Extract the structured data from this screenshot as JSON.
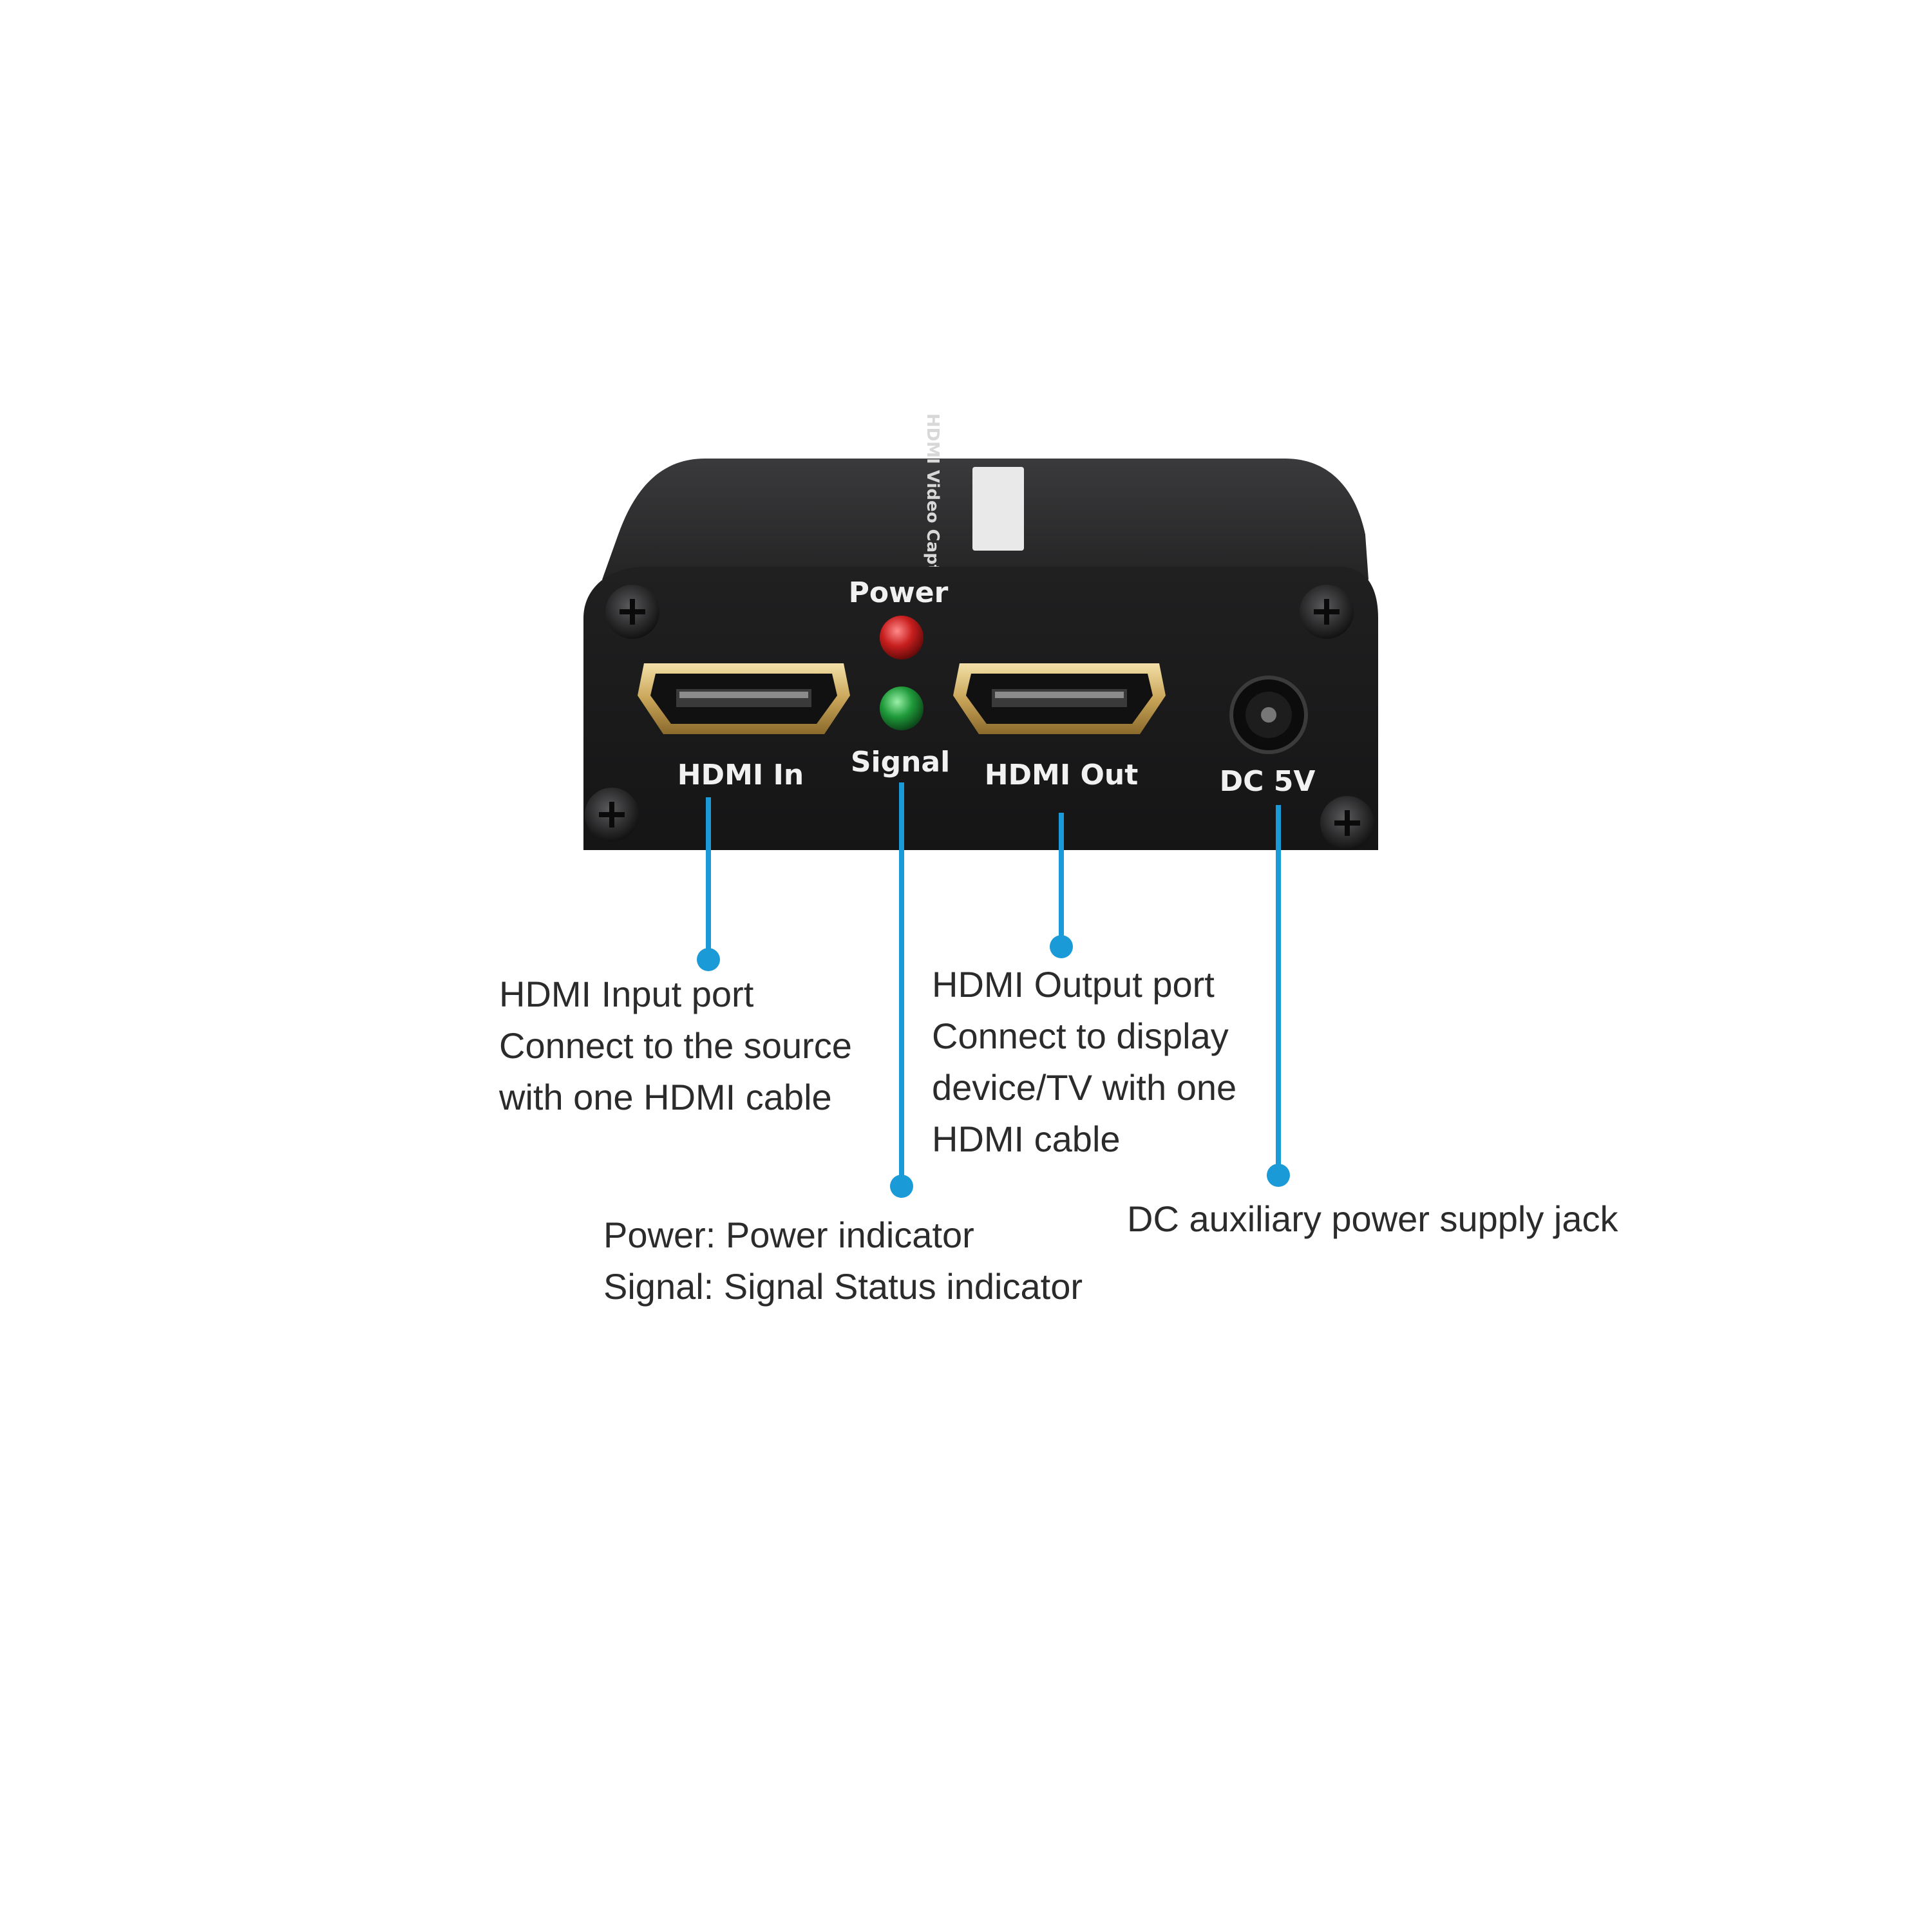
{
  "device": {
    "top_label": "HDMI Video Capture",
    "port_labels": {
      "hdmi_in": "HDMI In",
      "hdmi_out": "HDMI Out",
      "dc": "DC 5V",
      "power": "Power",
      "signal": "Signal"
    },
    "led_colors": {
      "power": "#c81e1e",
      "signal": "#1f9a3a"
    },
    "body_color": "#1c1c1d"
  },
  "callouts": {
    "hdmi_in": {
      "lines": [
        "HDMI Input port",
        "Connect to the source",
        "with one HDMI cable"
      ]
    },
    "indicators": {
      "lines": [
        "Power: Power indicator",
        "Signal: Signal Status indicator"
      ]
    },
    "hdmi_out": {
      "lines": [
        "HDMI Output port",
        "Connect to display",
        "device/TV with one",
        "HDMI cable"
      ]
    },
    "dc": {
      "lines": [
        "DC auxiliary power supply jack"
      ]
    }
  },
  "accent_color": "#1a9ad6"
}
